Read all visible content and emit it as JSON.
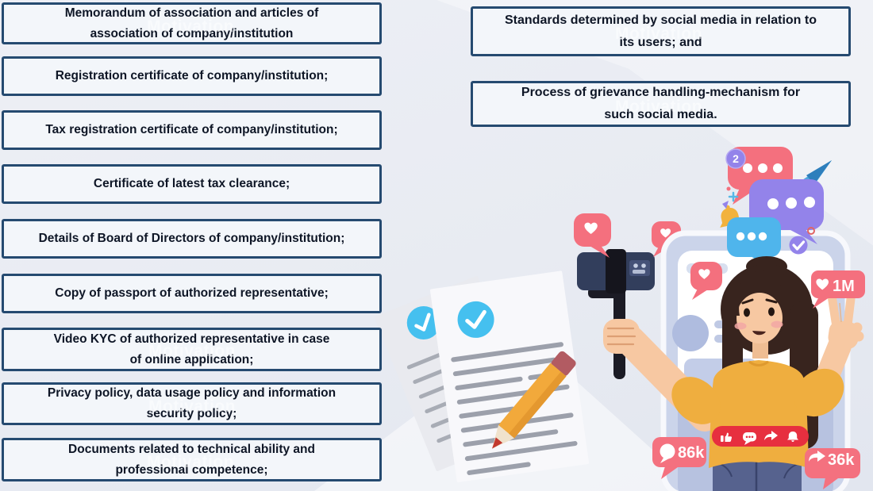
{
  "watermark": {
    "text": "Motivation"
  },
  "left_boxes": [
    {
      "lines": [
        "Memorandum of association and articles of",
        "association of company/institution"
      ]
    },
    {
      "lines": [
        "Registration certificate of company/institution;"
      ]
    },
    {
      "lines": [
        "Tax registration certificate of company/institution;"
      ]
    },
    {
      "lines": [
        "Certificate of latest tax clearance;"
      ]
    },
    {
      "lines": [
        "Details of Board of Directors of company/institution;"
      ]
    },
    {
      "lines": [
        "Copy of passport of authorized representative;"
      ]
    },
    {
      "lines": [
        "Video KYC of authorized representative in case",
        "of online application;"
      ]
    },
    {
      "lines": [
        "Privacy policy, data usage policy and information",
        "security policy;"
      ]
    },
    {
      "lines": [
        "Documents related to technical ability and",
        "professional competence;"
      ]
    }
  ],
  "right_boxes": [
    {
      "lines": [
        "Standards determined by social media in relation to",
        "its users; and"
      ]
    },
    {
      "lines": [
        "Process of grievance handling-mechanism for",
        "such social media."
      ]
    }
  ],
  "illustration": {
    "notification_count": "2",
    "likes_badge": "1M",
    "comments_badge": "86k",
    "shares_badge": "36k",
    "colors": {
      "accent_pink": "#F4707E",
      "accent_purple": "#9383EA",
      "accent_blue": "#4FB5EC",
      "accent_red": "#E72F3F",
      "accent_yellow": "#F2B23C",
      "box_border": "#254A70"
    }
  }
}
